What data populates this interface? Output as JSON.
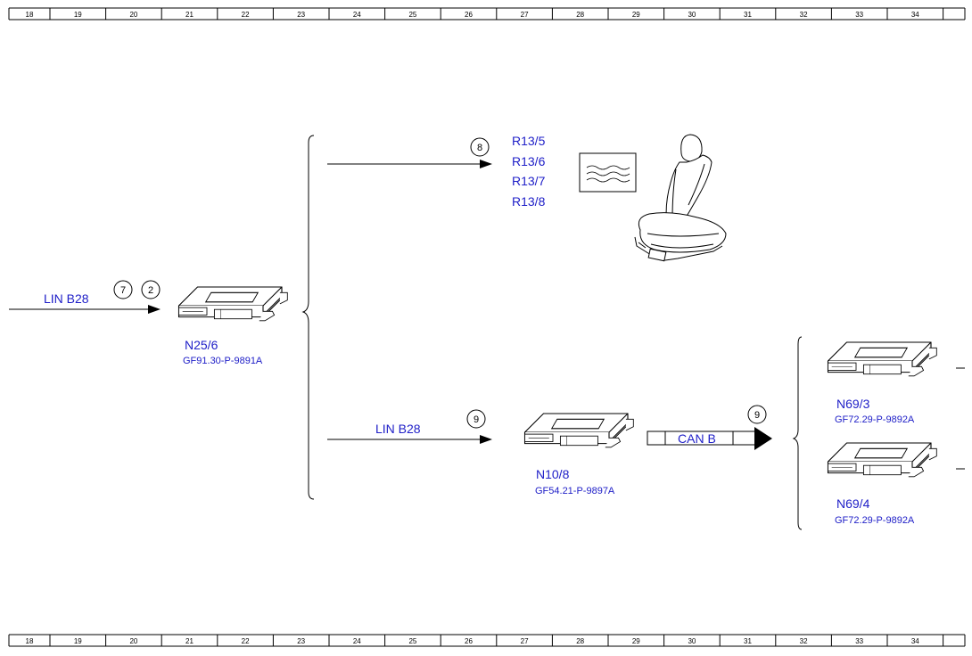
{
  "ruler": {
    "numbers": [
      "18",
      "19",
      "20",
      "21",
      "22",
      "23",
      "24",
      "25",
      "26",
      "27",
      "28",
      "29",
      "30",
      "31",
      "32",
      "33",
      "34"
    ]
  },
  "input": {
    "bus_label": "LIN B28",
    "markers": [
      "7",
      "2"
    ]
  },
  "n25_6": {
    "name": "N25/6",
    "ref": "GF91.30-P-9891A"
  },
  "upper_branch": {
    "marker": "8",
    "components": [
      "R13/5",
      "R13/6",
      "R13/7",
      "R13/8"
    ]
  },
  "lower_branch": {
    "bus_label": "LIN B28",
    "marker": "9"
  },
  "n10_8": {
    "name": "N10/8",
    "ref": "GF54.21-P-9897A"
  },
  "can_link": {
    "bus_label": "CAN B",
    "marker": "9"
  },
  "n69_3": {
    "name": "N69/3",
    "ref": "GF72.29-P-9892A"
  },
  "n69_4": {
    "name": "N69/4",
    "ref": "GF72.29-P-9892A"
  }
}
